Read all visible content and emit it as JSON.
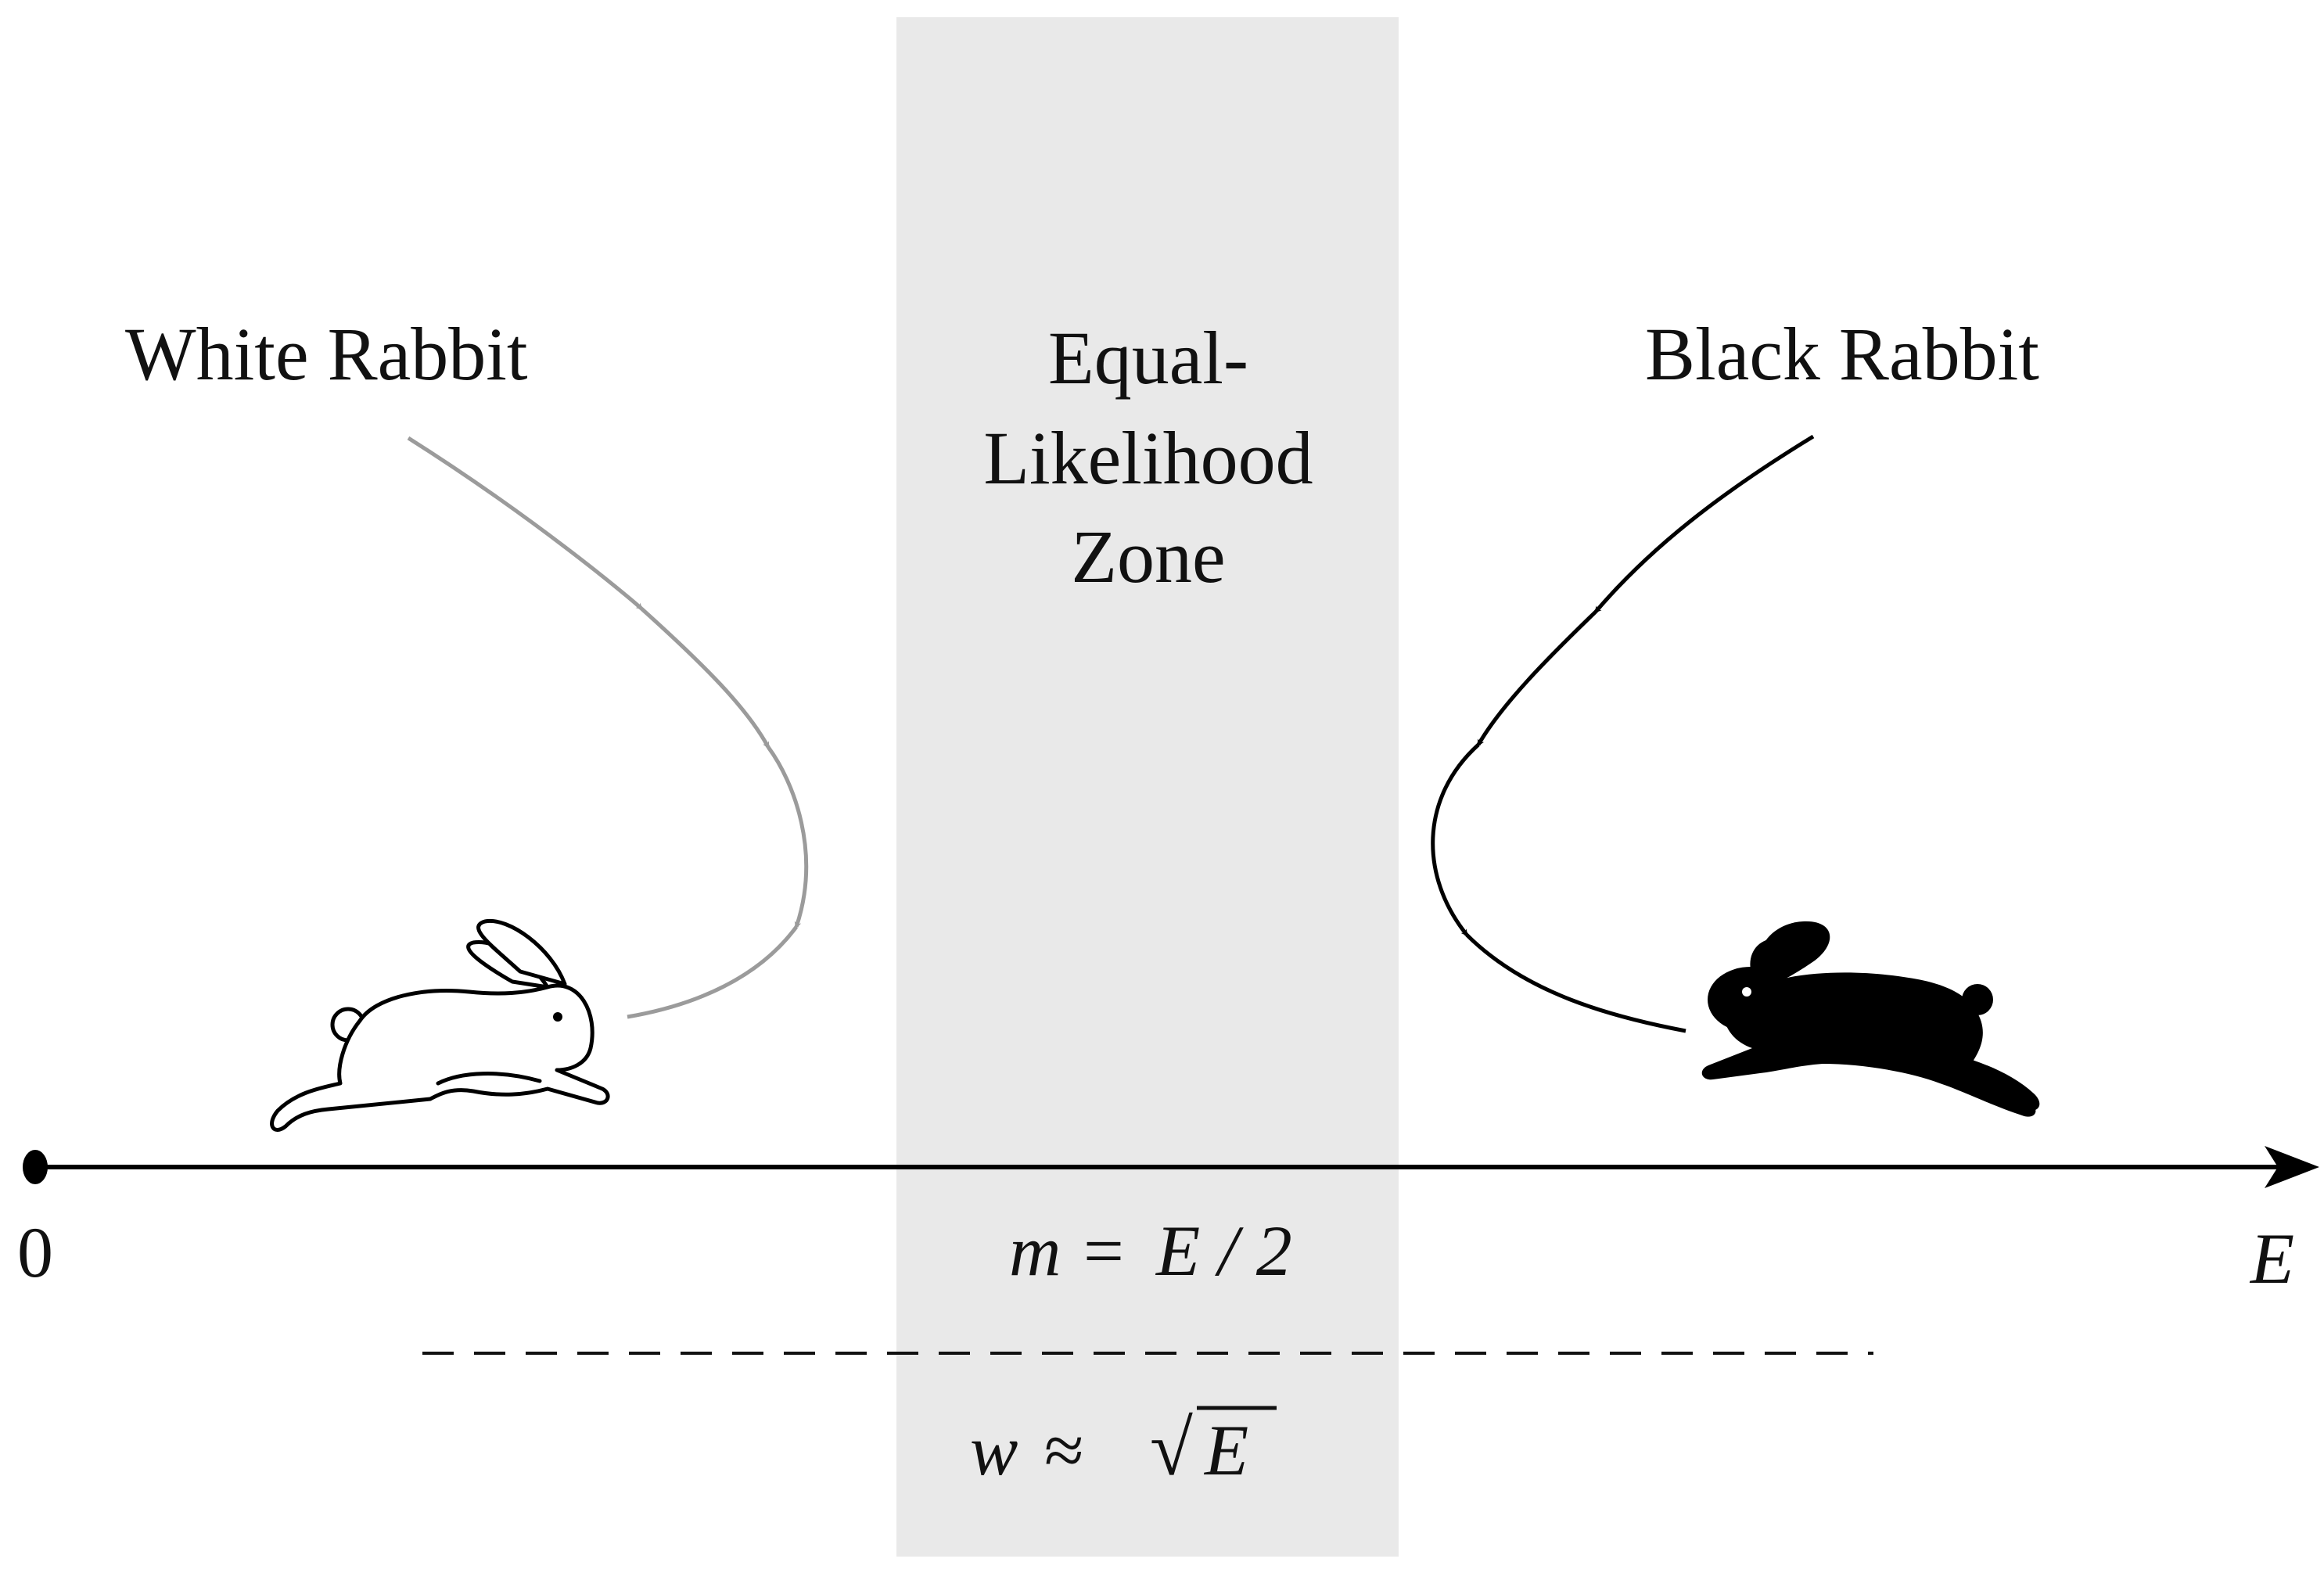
{
  "labels": {
    "white_rabbit": "White Rabbit",
    "black_rabbit": "Black Rabbit",
    "zone_line1": "Equal-",
    "zone_line2": "Likelihood",
    "zone_line3": "Zone"
  },
  "axis": {
    "origin_label": "0",
    "end_label": "E"
  },
  "annotations": {
    "midpoint": {
      "var": "m",
      "eq": "=",
      "rhs": "E / 2"
    },
    "width": {
      "var": "w",
      "approx": "≈",
      "radical_sign": "√",
      "radicand": "E"
    }
  },
  "colors": {
    "zone_fill": "#e9e9e9",
    "white_rabbit_path": "#9b9b9b",
    "black_rabbit_path": "#000000",
    "axis": "#000000",
    "dashed_line": "#111111"
  },
  "icons": {
    "white_rabbit": "white-rabbit-outline-icon",
    "black_rabbit": "black-rabbit-silhouette-icon"
  }
}
